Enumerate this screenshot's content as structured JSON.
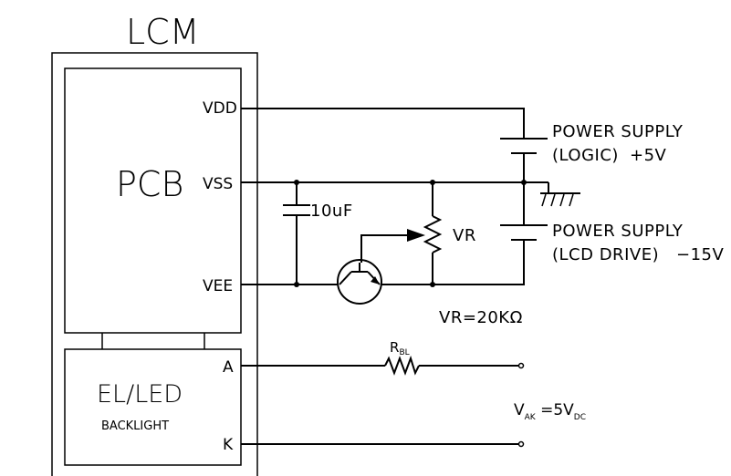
{
  "lcm": {
    "title": "LCM",
    "pcb_label": "PCB"
  },
  "pins": {
    "vdd": "VDD",
    "vss": "VSS",
    "vee": "VEE",
    "a": "A",
    "k": "K"
  },
  "backlight": {
    "line1": "EL/LED",
    "line2": "BACKLIGHT"
  },
  "capacitor": {
    "label": "10uF"
  },
  "potentiometer": {
    "label": "VR",
    "value": "VR=20KΩ"
  },
  "supply_logic": {
    "line1": "POWER SUPPLY",
    "line2": "(LOGIC)",
    "voltage": "+5V"
  },
  "supply_lcd": {
    "line1": "POWER SUPPLY",
    "line2": "(LCD DRIVE)",
    "voltage": "−15V"
  },
  "resistor": {
    "main": "R",
    "sub": "BL"
  },
  "vak": {
    "v": "V",
    "sub1": "AK",
    "eq": " =5V",
    "sub2": "DC"
  }
}
